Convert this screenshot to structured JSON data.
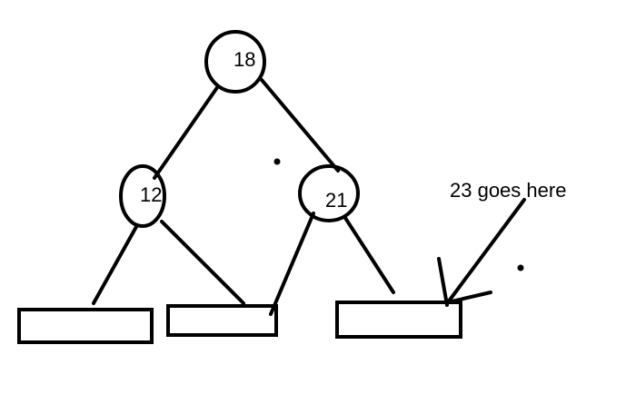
{
  "nodes": {
    "root": "18",
    "left": "12",
    "right": "21"
  },
  "annotation": "23 goes here",
  "colors": {
    "ink": "#000000",
    "background": "#ffffff"
  }
}
